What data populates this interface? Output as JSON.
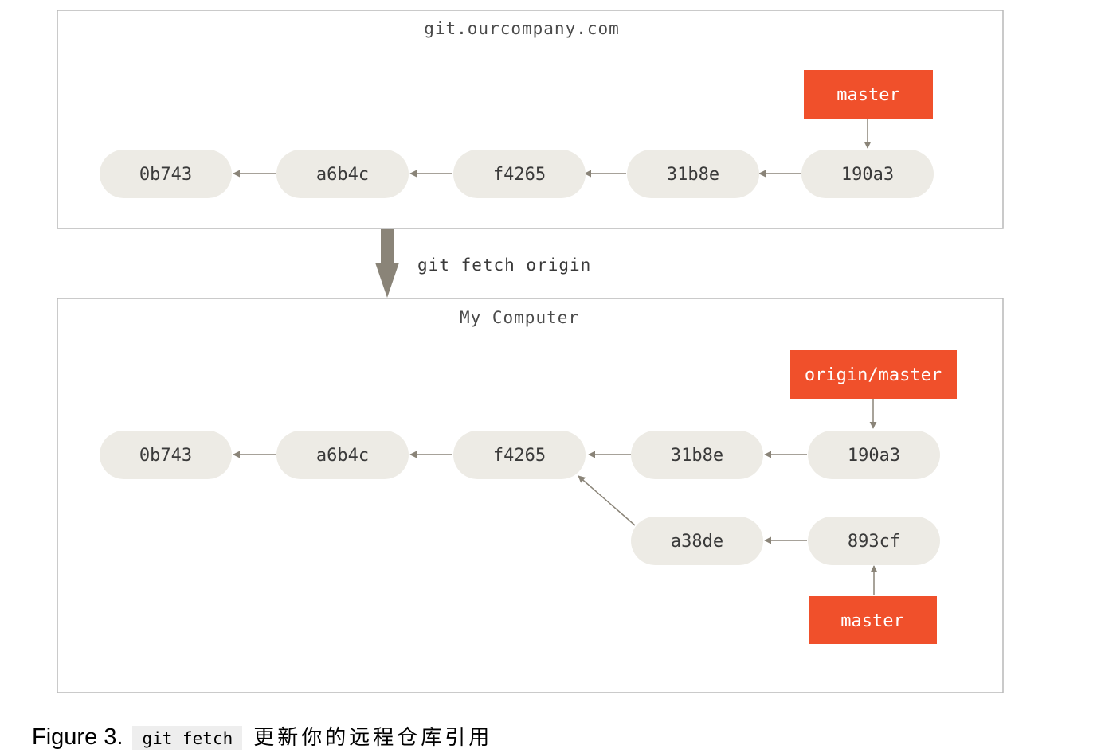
{
  "colors": {
    "ref_fill": "#f0502b",
    "commit_fill": "#edebe5",
    "arrow": "#8a8478",
    "box_stroke": "#b8b8b8"
  },
  "remote": {
    "title": "git.ourcompany.com",
    "commits": [
      {
        "key": "c1",
        "label": "0b743"
      },
      {
        "key": "c2",
        "label": "a6b4c"
      },
      {
        "key": "c3",
        "label": "f4265"
      },
      {
        "key": "c4",
        "label": "31b8e"
      },
      {
        "key": "c5",
        "label": "190a3"
      }
    ],
    "refs": [
      {
        "key": "master",
        "label": "master"
      }
    ]
  },
  "operation": {
    "command": "git fetch origin"
  },
  "local": {
    "title": "My Computer",
    "commits": [
      {
        "key": "c1",
        "label": "0b743"
      },
      {
        "key": "c2",
        "label": "a6b4c"
      },
      {
        "key": "c3",
        "label": "f4265"
      },
      {
        "key": "c4",
        "label": "31b8e"
      },
      {
        "key": "c5",
        "label": "190a3"
      },
      {
        "key": "c6",
        "label": "a38de"
      },
      {
        "key": "c7",
        "label": "893cf"
      }
    ],
    "refs": [
      {
        "key": "origin_master",
        "label": "origin/master"
      },
      {
        "key": "master",
        "label": "master"
      }
    ]
  },
  "caption": {
    "number": "Figure 3.",
    "code": "git fetch",
    "text": "更新你的远程仓库引用"
  }
}
